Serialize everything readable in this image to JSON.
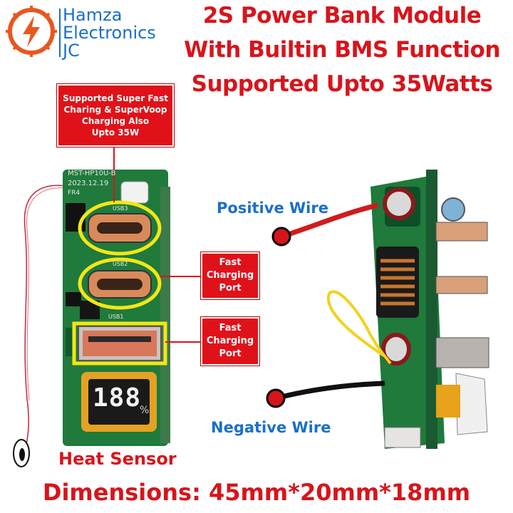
{
  "brand": {
    "lines": [
      "Hamza",
      "Electronics",
      "JC"
    ],
    "colors": {
      "logo": "#e8571f",
      "text": "#1a6fc9"
    }
  },
  "title": {
    "lines": [
      "2S Power Bank Module",
      "With Builtin BMS Function",
      "Supported Upto 35Watts"
    ]
  },
  "callouts": {
    "super_fast": [
      "Supported Super Fast",
      "Charing & SuperVoop",
      "Charging Also",
      "Upto 35W"
    ],
    "port_a": [
      "Fast",
      "Charging",
      "Port"
    ],
    "port_b": [
      "Fast",
      "Charging",
      "Port"
    ]
  },
  "pcb_silkscreen": {
    "board_id": "MST-HP10U-B",
    "date": "2023.12.19",
    "usb3": "USB3",
    "usb2": "USB2",
    "usb1": "USB1",
    "fr4": "FR4"
  },
  "display": {
    "digits": "188",
    "unit": "%"
  },
  "labels": {
    "positive_wire": "Positive Wire",
    "negative_wire": "Negative Wire",
    "heat_sensor": "Heat Sensor",
    "dimensions": "Dimensions: 45mm*20mm*18mm"
  },
  "colors": {
    "accent_red": "#d8141b",
    "highlight": "#f5e616",
    "pcb_green": "#1f7a3c"
  }
}
